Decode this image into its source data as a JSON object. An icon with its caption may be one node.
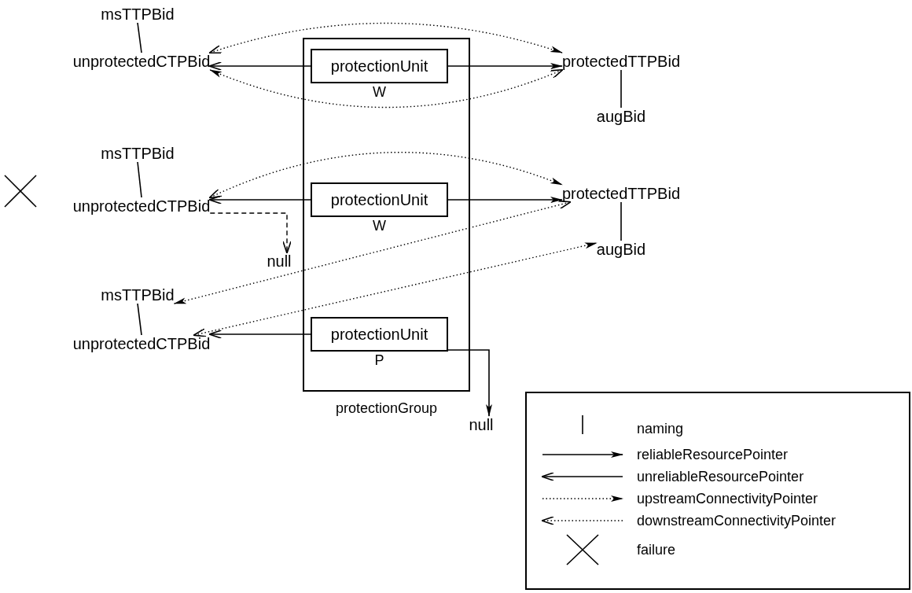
{
  "diagram": {
    "nodes": [
      {
        "text": [
          "msTTPBid"
        ]
      },
      {
        "text": [
          "unprotectedCTPBid"
        ]
      },
      {
        "text": [
          "protectionGroup"
        ]
      },
      {
        "text": [
          "protectionUnit"
        ],
        "in": 2,
        "beside": [
          "W"
        ]
      },
      {
        "text": [
          "protectionUnit"
        ],
        "in": 2,
        "beside": [
          "W"
        ]
      },
      {
        "text": [
          "protectionUnit"
        ],
        "in": 2,
        "beside": [
          "P"
        ]
      },
      {
        "text": [
          "protectedTTPBid"
        ]
      },
      {
        "text": [
          "augBid"
        ]
      },
      {
        "text": [
          "msTTPBid"
        ]
      },
      {
        "text": [
          "unprotectedCTPBid"
        ]
      },
      {
        "text": [
          "null"
        ]
      },
      {
        "text": [
          "protectedTTPBid"
        ]
      },
      {
        "text": [
          "augBid"
        ]
      },
      {
        "text": [
          "msTTPBid"
        ]
      },
      {
        "text": [
          "unprotectedCTPBid"
        ]
      },
      {
        "text": [
          "null"
        ]
      }
    ],
    "edges": [
      {
        "from": 0,
        "to": 1,
        "arrow": "none"
      },
      {
        "from": 3,
        "to": 1,
        "arrow": "to"
      },
      {
        "from": 3,
        "to": 6,
        "arrow": "to"
      },
      {
        "from": 1,
        "to": 6,
        "arrow": "both",
        "style": "dashed"
      },
      {
        "from": 1,
        "to": 6,
        "arrow": "both",
        "style": "dashed"
      },
      {
        "from": 6,
        "to": 7,
        "arrow": "none"
      },
      {
        "from": 8,
        "to": 9,
        "arrow": "none"
      },
      {
        "from": 4,
        "to": 9,
        "arrow": "to"
      },
      {
        "from": 4,
        "to": 11,
        "arrow": "to"
      },
      {
        "from": 9,
        "to": 11,
        "arrow": "both",
        "style": "dashed"
      },
      {
        "from": 9,
        "to": 10,
        "arrow": "to",
        "style": "dashed"
      },
      {
        "from": 13,
        "to": 11,
        "arrow": "both",
        "style": "dashed"
      },
      {
        "from": 14,
        "to": 12,
        "arrow": "both",
        "style": "dashed"
      },
      {
        "from": 13,
        "to": 14,
        "arrow": "none"
      },
      {
        "from": 5,
        "to": 14,
        "arrow": "to"
      },
      {
        "from": 5,
        "to": 15,
        "arrow": "to"
      },
      {
        "from": 11,
        "to": 12,
        "arrow": "none"
      }
    ],
    "legend": [
      {
        "text": "naming"
      },
      {
        "text": "reliableResourcePointer"
      },
      {
        "text": "unreliableResourcePointer"
      },
      {
        "text": "upstreamConnectivityPointer"
      },
      {
        "text": "downstreamConnectivityPointer"
      },
      {
        "text": "failure"
      }
    ]
  }
}
